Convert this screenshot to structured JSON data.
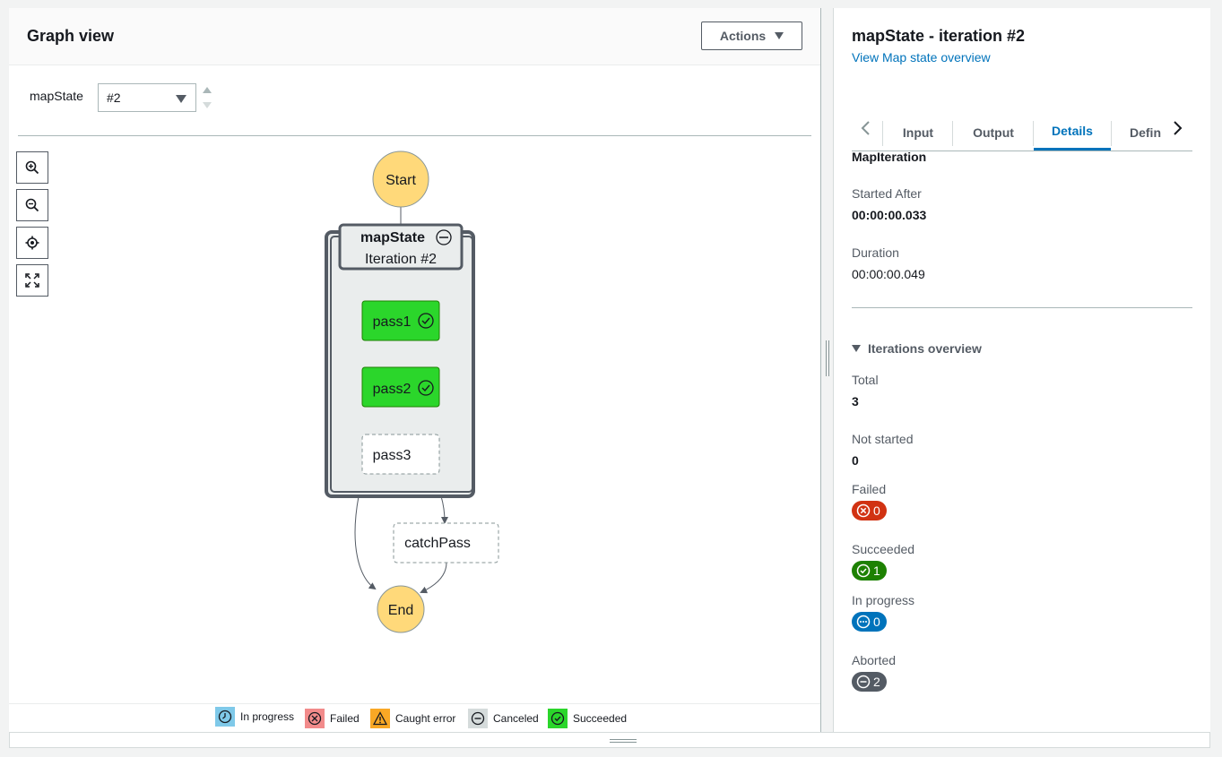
{
  "graph_view": {
    "title": "Graph view",
    "actions_label": "Actions",
    "selector_label": "mapState",
    "selector_value": "#2",
    "nodes": {
      "start": "Start",
      "map_title": "mapState",
      "map_subtitle": "Iteration #2",
      "pass1": "pass1",
      "pass2": "pass2",
      "pass3": "pass3",
      "catch": "catchPass",
      "end": "End"
    },
    "legend": {
      "in_progress": "In progress",
      "failed": "Failed",
      "caught": "Caught error",
      "canceled": "Canceled",
      "succeeded": "Succeeded"
    }
  },
  "details": {
    "title": "mapState - iteration #2",
    "overview_link": "View Map state overview",
    "tabs": [
      "Input",
      "Output",
      "Details",
      "Defin"
    ],
    "active_tab": "Details",
    "type_value": "MapIteration",
    "started_after_label": "Started After",
    "started_after_value": "00:00:00.033",
    "duration_label": "Duration",
    "duration_value": "00:00:00.049",
    "iterations_heading": "Iterations overview",
    "total_label": "Total",
    "total_value": "3",
    "not_started_label": "Not started",
    "not_started_value": "0",
    "failed_label": "Failed",
    "failed_value": "0",
    "succeeded_label": "Succeeded",
    "succeeded_value": "1",
    "in_progress_label": "In progress",
    "in_progress_value": "0",
    "aborted_label": "Aborted",
    "aborted_value": "2"
  },
  "colors": {
    "succeeded": "#1d8102",
    "failed": "#d13212",
    "in_progress": "#0073bb",
    "aborted": "#545b64",
    "node_success": "#2bd62b",
    "node_start_end": "#ffd97a",
    "link": "#0073bb"
  }
}
